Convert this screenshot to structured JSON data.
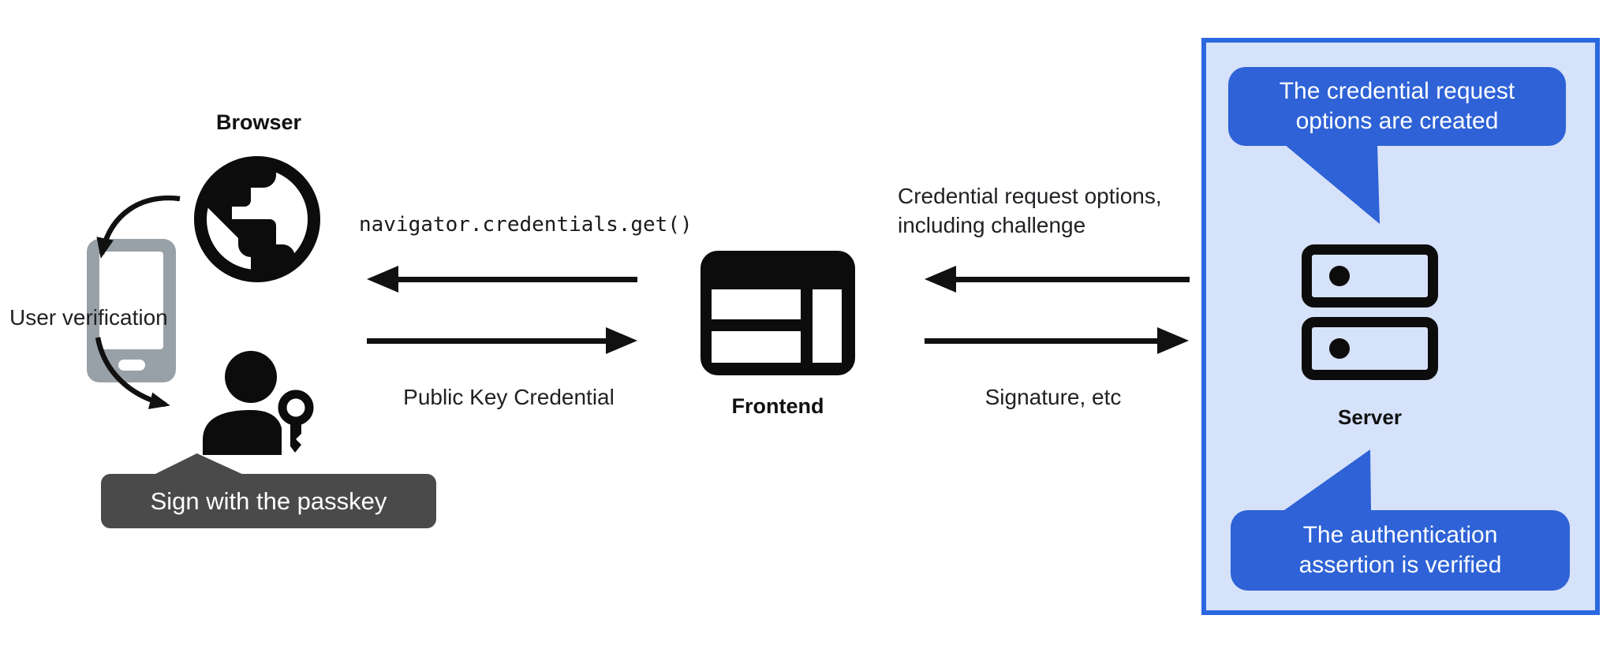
{
  "colors": {
    "background": "#ffffff",
    "ink": "#111111",
    "text": "#202124",
    "phone_gray": "#98a1a8",
    "dark_callout": "#4a4a4a",
    "bubble_blue": "#2e62d6",
    "panel_border": "#2b68e0",
    "panel_fill": "#d6e2fa"
  },
  "nodes": {
    "browser_label": "Browser",
    "frontend_label": "Frontend",
    "server_label": "Server",
    "user_verification_label": "User verification",
    "sign_with_passkey_label": "Sign with the passkey"
  },
  "messages": {
    "navigator_call": "navigator.credentials.get()",
    "public_key_credential": "Public Key Credential",
    "credential_request_line1": "Credential request options,",
    "credential_request_line2": "including challenge",
    "signature": "Signature, etc"
  },
  "callouts": {
    "request_created_line1": "The credential request",
    "request_created_line2": "options are created",
    "assertion_verified_line1": "The authentication",
    "assertion_verified_line2": "assertion is verified"
  }
}
